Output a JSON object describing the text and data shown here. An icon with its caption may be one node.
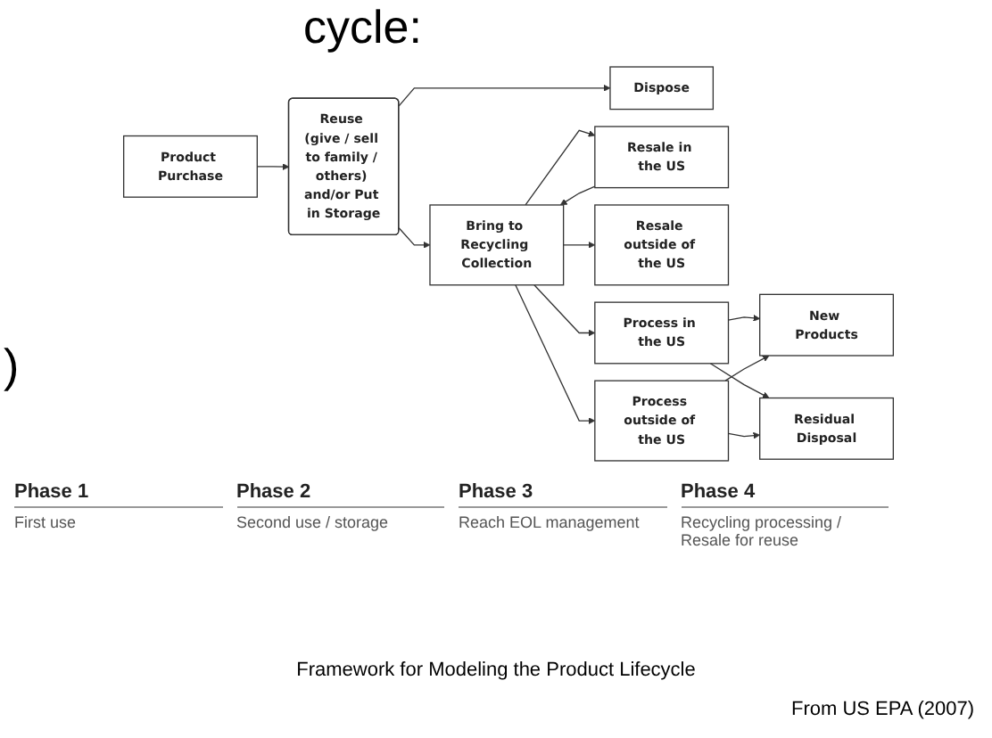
{
  "diagram": {
    "caption": "Framework for Modeling the Product Lifecycle",
    "nodes": [
      {
        "text": [
          "Product Purchase"
        ]
      },
      {
        "text": [
          "Reuse (give / sell to family / others) and/or Put in Storage"
        ]
      },
      {
        "text": [
          "Bring to Recycling Collection"
        ]
      },
      {
        "text": [
          "Dispose"
        ]
      },
      {
        "text": [
          "Resale in the US"
        ]
      },
      {
        "text": [
          "Resale outside of the US"
        ]
      },
      {
        "text": [
          "Process in the US"
        ]
      },
      {
        "text": [
          "Process outside of the US"
        ]
      },
      {
        "text": [
          "New Products"
        ]
      },
      {
        "text": [
          "Residual Disposal"
        ]
      }
    ],
    "edges": [
      {
        "from": 0,
        "to": 1,
        "arrow": "to"
      },
      {
        "from": 1,
        "to": 2,
        "arrow": "to"
      },
      {
        "from": 1,
        "to": 3,
        "arrow": "to"
      },
      {
        "from": 2,
        "to": 4,
        "arrow": "to"
      },
      {
        "from": 2,
        "to": 5,
        "arrow": "to"
      },
      {
        "from": 2,
        "to": 6,
        "arrow": "to"
      },
      {
        "from": 2,
        "to": 7,
        "arrow": "to"
      },
      {
        "from": 4,
        "to": 2,
        "arrow": "to"
      },
      {
        "from": 6,
        "to": 8,
        "arrow": "to"
      },
      {
        "from": 6,
        "to": 9,
        "arrow": "to"
      },
      {
        "from": 7,
        "to": 8,
        "arrow": "to"
      },
      {
        "from": 7,
        "to": 9,
        "arrow": "to"
      }
    ],
    "labels": [
      "cycle:",
      ")",
      "Phase 1",
      "Phase 2",
      "Phase 3",
      "Phase 4",
      "First use",
      "Second use / storage",
      "Reach EOL management",
      "Recycling processing / Resale for reuse",
      "From US EPA (2007)"
    ]
  }
}
